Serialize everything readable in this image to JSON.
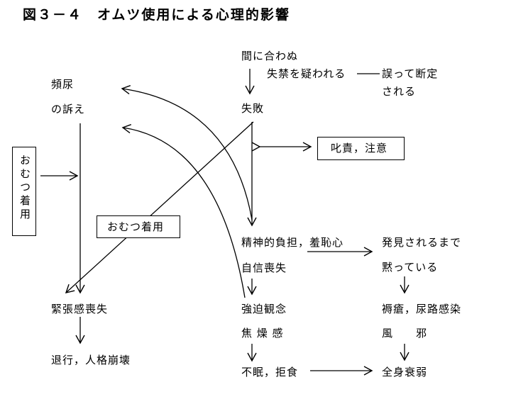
{
  "title": "図３－４　オムツ使用による心理的影響",
  "left": {
    "box_vertical": "おむつ着用",
    "node_frequent": "頻尿",
    "node_complaint": "の訴え",
    "node_tension": "緊張感喪失",
    "node_regression": "退行，人格崩壊"
  },
  "center": {
    "box_diaper": "おむつ着用"
  },
  "right": {
    "node_late": "間に合わぬ",
    "node_suspect": "失禁を疑われる",
    "node_mis": "誤って断定",
    "node_mis2": "される",
    "node_fail": "失敗",
    "box_scold": "叱責，注意",
    "node_mental": "精神的負担，羞恥心",
    "node_selfconf": "自信喪失",
    "node_obsess": "強迫観念",
    "node_anxiety": "焦 燥 感",
    "node_insomnia": "不眠，拒食",
    "node_hide": "発見されるまで",
    "node_hide2": "黙っている",
    "node_bedsore": "褥瘡，尿路感染",
    "node_cold": "風　　邪",
    "node_weak": "全身衰弱"
  }
}
